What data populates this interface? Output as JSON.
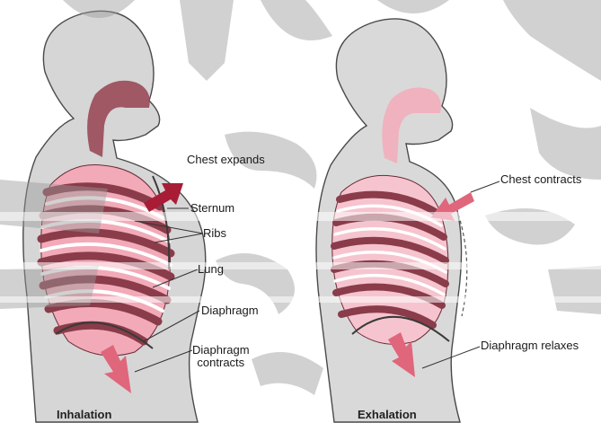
{
  "diagram": {
    "inhalation_panel": {
      "caption": "Inhalation",
      "labels": {
        "chest_expands": "Chest expands",
        "sternum": "Sternum",
        "ribs": "Ribs",
        "lung": "Lung",
        "diaphragm": "Diaphragm",
        "diaphragm_contracts_line1": "Diaphragm",
        "diaphragm_contracts_line2": "contracts"
      }
    },
    "exhalation_panel": {
      "caption": "Exhalation",
      "labels": {
        "chest_contracts": "Chest contracts",
        "diaphragm_relaxes": "Diaphragm relaxes"
      }
    },
    "colors": {
      "body": "#d6d6d6",
      "outline": "#4a4a4a",
      "lung": "#f2aab8",
      "rib_band": "#8a3c4a",
      "arrow": "#a81c36",
      "arrow_light": "#e0667c",
      "watermark": "#9a9a9a"
    }
  }
}
